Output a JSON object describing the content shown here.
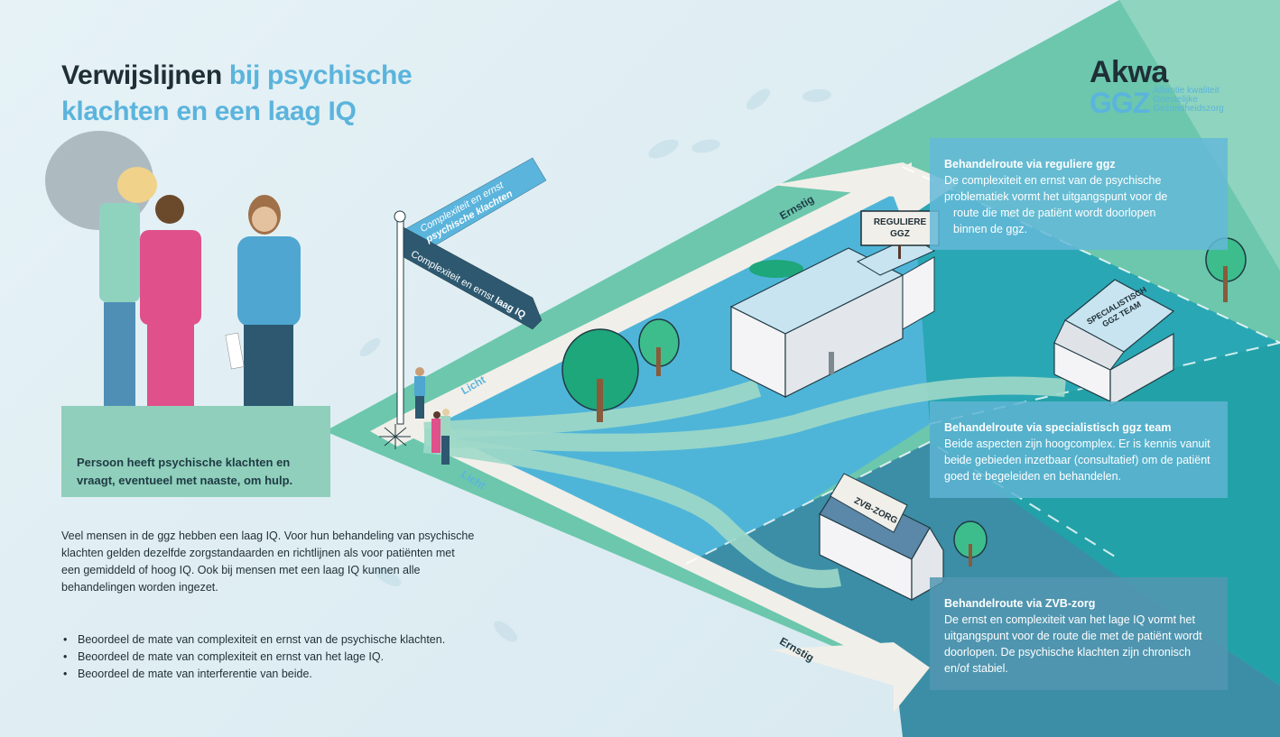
{
  "title": {
    "part1": "Verwijslijnen",
    "part2": " bij psychische",
    "part3": "klachten en een laag IQ"
  },
  "logo": {
    "akwa": "Akwa",
    "ggz": "GGZ",
    "sub_line1": "Alliantie kwaliteit",
    "sub_line2": "Geestelijke",
    "sub_line3": "Gezondheidszorg"
  },
  "people_caption": "Persoon heeft psychische klachten en vraagt, eventueel met naaste, om hulp.",
  "intro_text": "Veel mensen in de ggz hebben een laag IQ. Voor hun behandeling van psychische klachten gelden dezelfde zorgstandaarden en richtlijnen als voor patiënten met een gemiddeld of hoog IQ. Ook bij mensen met een laag IQ kunnen alle behandelingen worden ingezet.",
  "bullets": [
    "Beoordeel de mate van complexiteit en ernst van de psychische klachten.",
    "Beoordeel de mate van complexiteit  en ernst van het lage IQ.",
    "Beoordeel de mate van interferentie van beide."
  ],
  "signpost": {
    "upper_line1": "Complexiteit en ernst",
    "upper_line2": "psychische klachten",
    "lower_regular": "Complexiteit en ernst ",
    "lower_bold": "laag IQ"
  },
  "roads": {
    "upper_start": "Licht",
    "upper_end": "Ernstig",
    "lower_start": "Licht",
    "lower_end": "Ernstig"
  },
  "buildings": {
    "regular": {
      "line1": "REGULIERE",
      "line2": "GGZ"
    },
    "specialist": {
      "line1": "SPECIALISTISCH",
      "line2": "GGZ TEAM"
    },
    "zvb": {
      "line1": "ZVB-ZORG"
    }
  },
  "routes": [
    {
      "heading": "Behandelroute via reguliere ggz",
      "lines": [
        "De complexiteit en ernst van de psychische",
        "problematiek vormt het uitgangspunt voor de",
        "route die met de patiënt wordt doorlopen",
        "binnen de ggz."
      ]
    },
    {
      "heading": "Behandelroute via specialistisch ggz team",
      "body": "Beide aspecten zijn hoogcomplex. Er is kennis vanuit beide gebieden inzetbaar (consultatief) om de patiënt goed te begeleiden en behandelen."
    },
    {
      "heading": "Behandelroute via ZVB-zorg",
      "body": "De ernst en complexiteit van het lage IQ vormt het uitgangspunt voor de route die met de patiënt wordt doorlopen. De psychische klachten zijn chronisch en/of stabiel."
    }
  ],
  "colors": {
    "background": "#e2eff4",
    "title_dark": "#1f2f36",
    "title_blue": "#5bb4dc",
    "mint_green": "#6cc7ad",
    "teal": "#2aa7b4",
    "sky_blue": "#4fb5d8",
    "dark_teal": "#3b8ea6",
    "road": "#f1efe9",
    "route_path": "#9ed8c8"
  }
}
